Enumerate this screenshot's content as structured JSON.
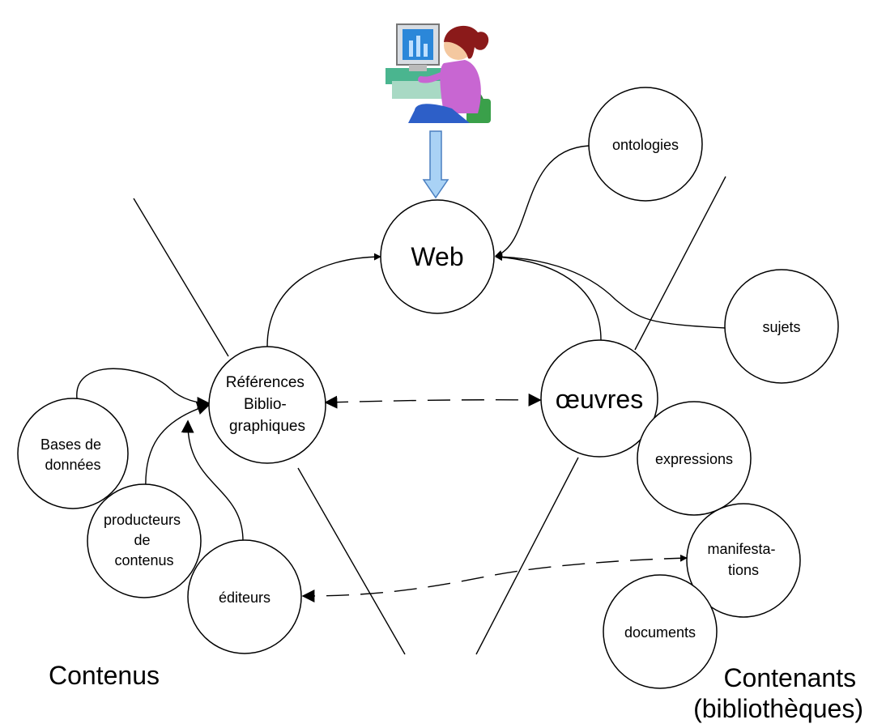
{
  "colors": {
    "stroke": "#000000",
    "web_arrow_fill": "#a9d2f5",
    "web_arrow_stroke": "#4a7fc0"
  },
  "icons": {
    "user": "woman-at-computer-icon"
  },
  "nodes": {
    "web": "Web",
    "references": [
      "Références",
      "Biblio-",
      "graphiques"
    ],
    "oeuvres": "œuvres",
    "ontologies": "ontologies",
    "sujets": "sujets",
    "expressions": "expressions",
    "manifestations": [
      "manifesta-",
      "tions"
    ],
    "documents": "documents",
    "bases": [
      "Bases de",
      "données"
    ],
    "producteurs": [
      "producteurs",
      "de",
      "contenus"
    ],
    "editeurs": "éditeurs"
  },
  "regions": {
    "left": "Contenus",
    "right": [
      "Contenants",
      "(bibliothèques)"
    ]
  }
}
